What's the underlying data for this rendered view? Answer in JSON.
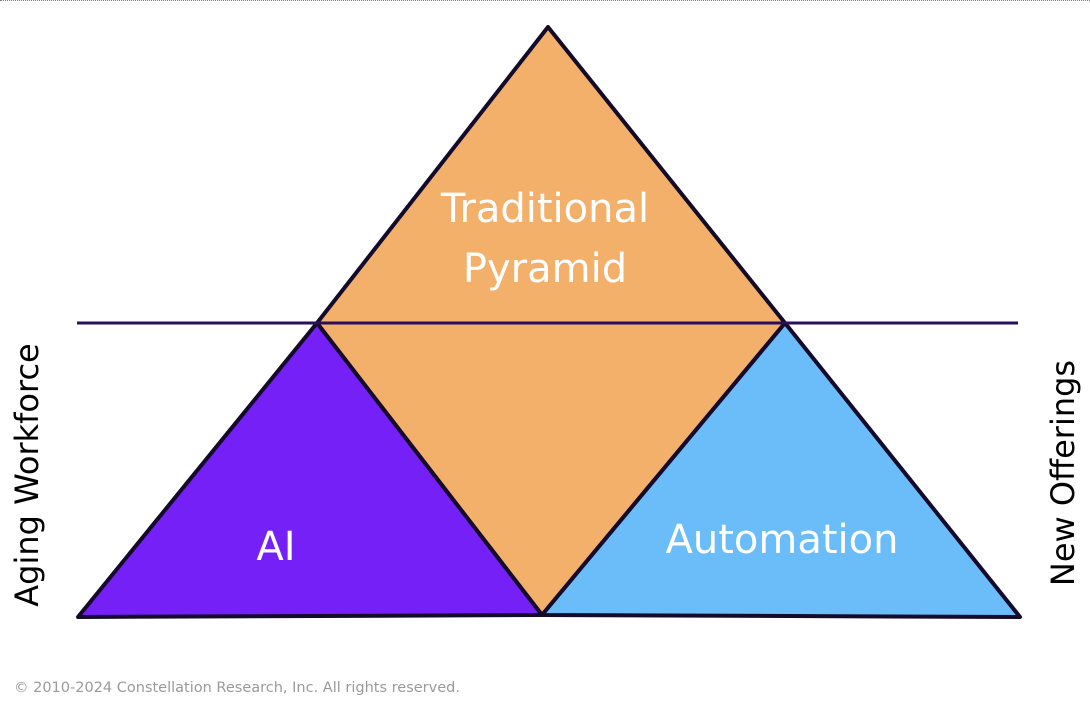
{
  "diagram": {
    "shapes": {
      "traditional_pyramid": {
        "line1": "Traditional",
        "line2": "Pyramid",
        "fill": "#F2B06A"
      },
      "ai": {
        "label": "AI",
        "fill": "#7520F7"
      },
      "automation": {
        "label": "Automation",
        "fill": "#6BBDF9"
      }
    },
    "divider_color": "#2B0E5C",
    "outline_color": "#140A2A",
    "side_labels": {
      "left": "Aging Workforce",
      "right": "New Offerings"
    }
  },
  "footer": {
    "copyright": "© 2010-2024 Constellation Research, Inc. All rights reserved."
  }
}
